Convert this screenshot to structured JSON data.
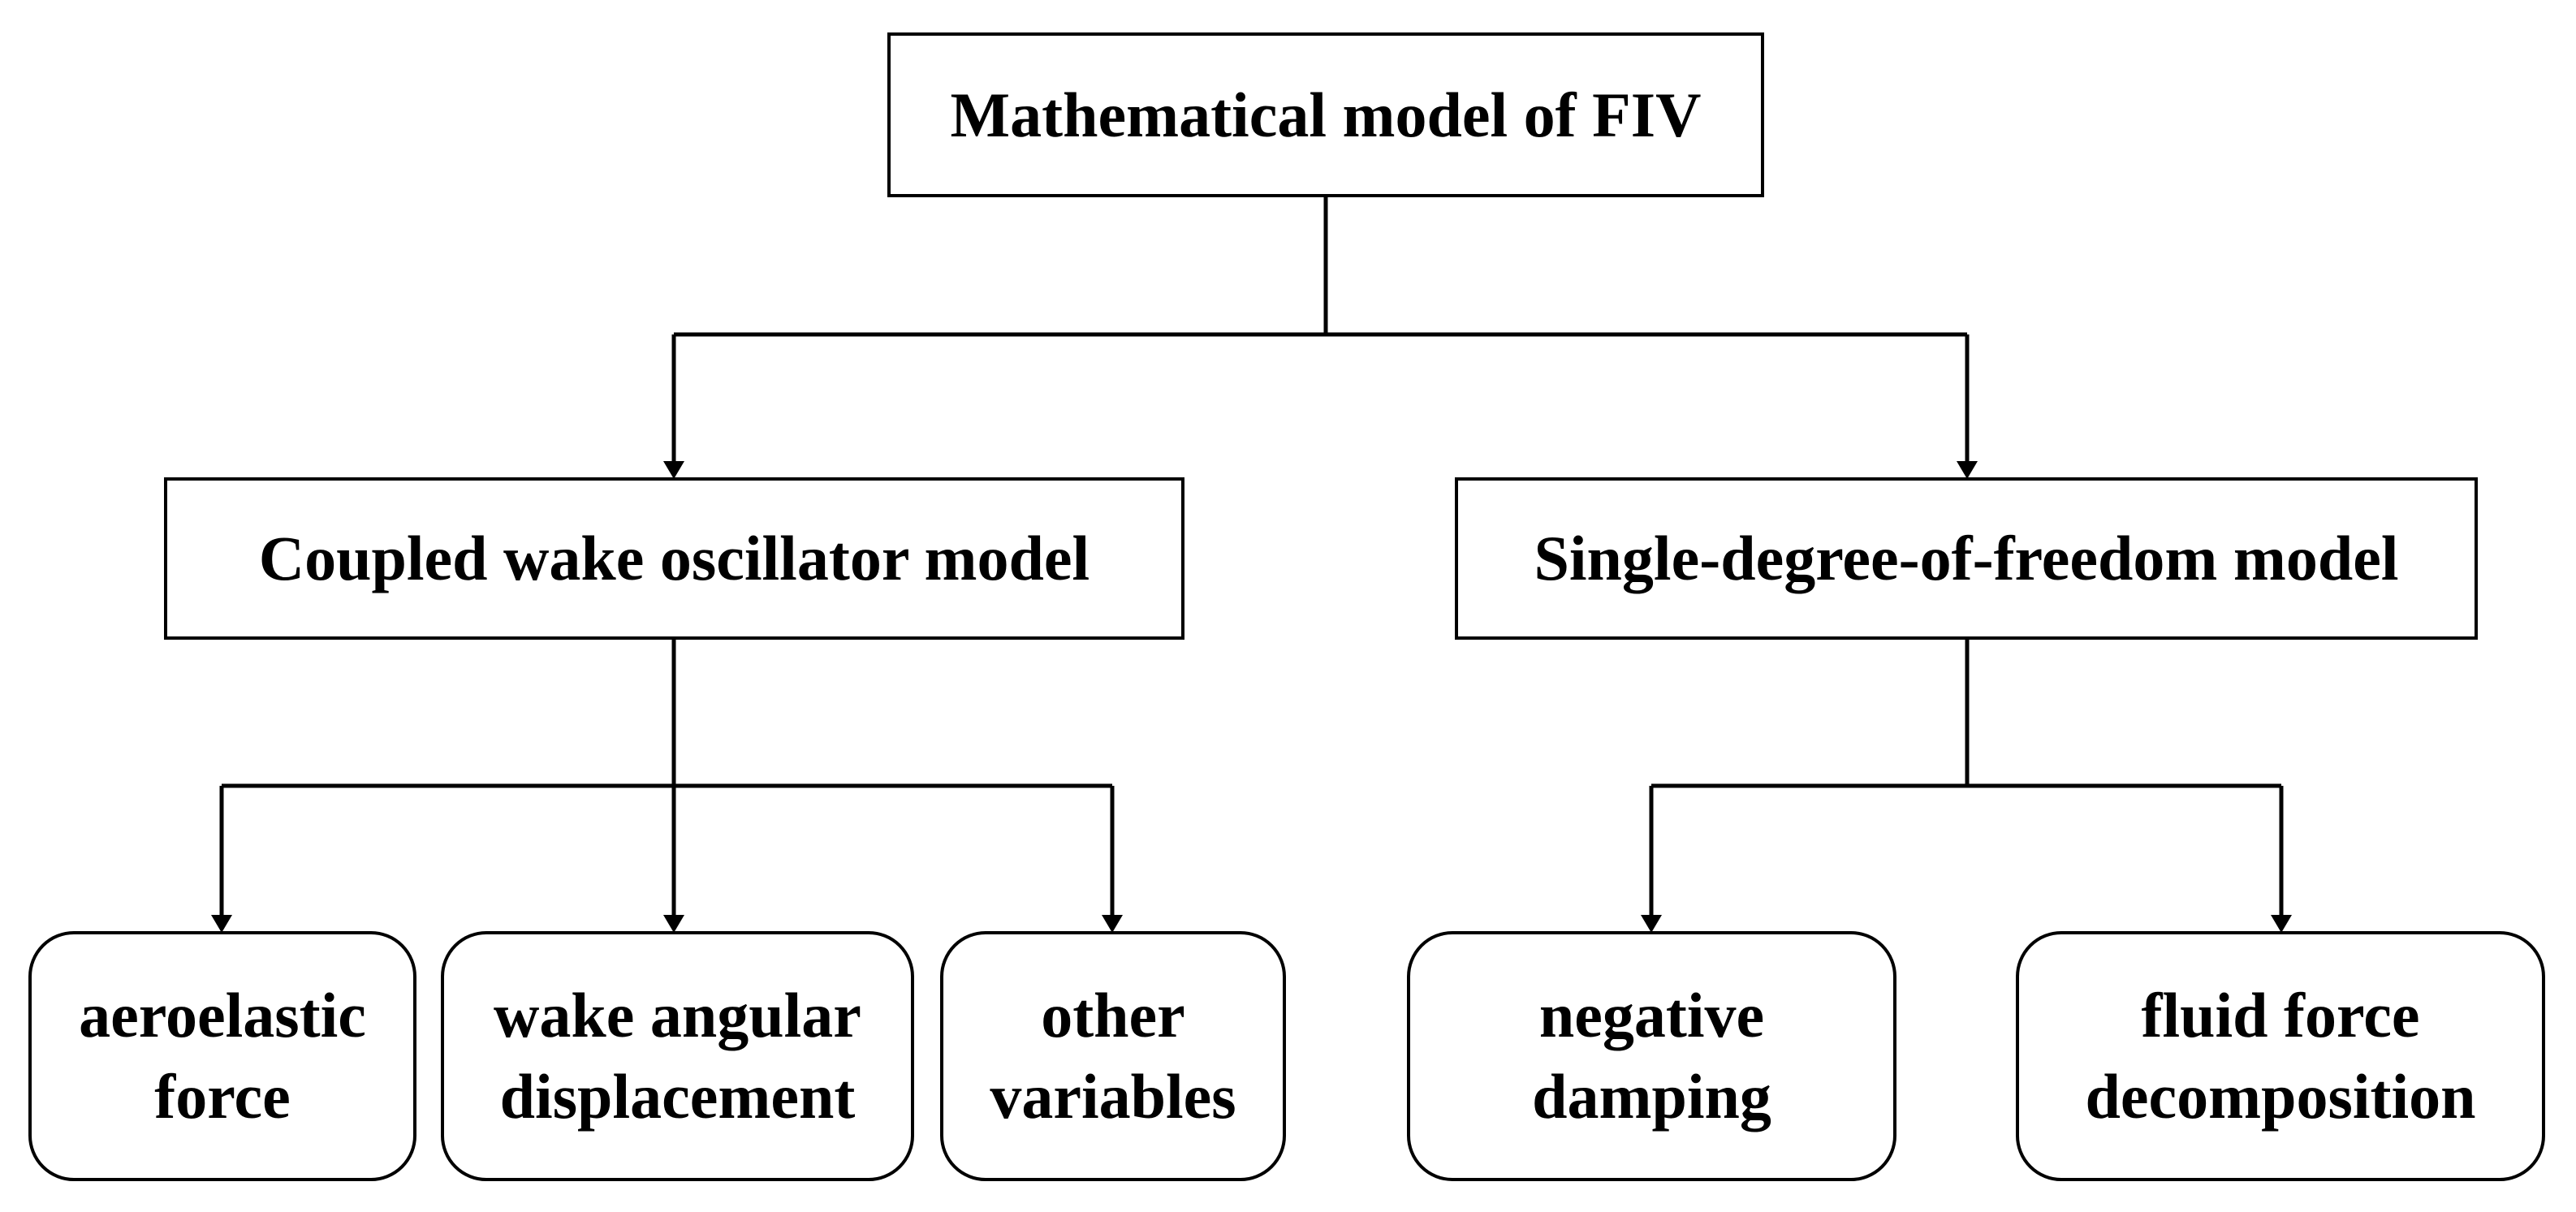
{
  "diagram": {
    "root": {
      "label": "Mathematical model of FIV"
    },
    "left_branch": {
      "label": "Coupled wake oscillator model",
      "children": [
        {
          "line1": "aeroelastic",
          "line2": "force"
        },
        {
          "line1": "wake angular",
          "line2": "displacement"
        },
        {
          "line1": "other",
          "line2": "variables"
        }
      ]
    },
    "right_branch": {
      "label": "Single-degree-of-freedom model",
      "children": [
        {
          "line1": "negative",
          "line2": "damping"
        },
        {
          "line1": "fluid force",
          "line2": "decomposition"
        }
      ]
    },
    "colors": {
      "line": "#000000",
      "border": "#000000",
      "text": "#000000",
      "background": "#ffffff"
    }
  }
}
